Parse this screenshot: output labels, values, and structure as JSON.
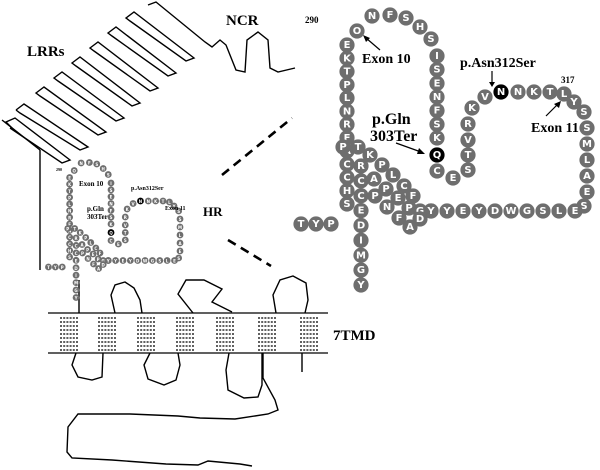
{
  "figure": {
    "labels": {
      "lrrs": "LRRs",
      "ncr": "NCR",
      "hr": "HR",
      "tmd": "7TMD",
      "exon10": "Exon 10",
      "exon11": "Exon 11",
      "mutation_gln_line1": "p.Gln",
      "mutation_gln_line2": "303Ter",
      "mutation_asn": "p.Asn312Ser",
      "start_residue": "290",
      "residue_317": "317"
    },
    "colors": {
      "residue_fill": "#6e6e6e",
      "mutation_fill": "#000000",
      "line": "#000000"
    },
    "hinge_sequence": {
      "left_arm_top_down": [
        "O",
        "E",
        "K",
        "T",
        "P",
        "L",
        "N",
        "R",
        "F",
        "A",
        "C",
        "C",
        "H",
        "S"
      ],
      "tail": [
        "P",
        "Y",
        "T"
      ],
      "top_arc": [
        "N",
        "F",
        "S",
        "H",
        "S"
      ],
      "right_arm_top_down": [
        "I",
        "S",
        "E",
        "N",
        "F",
        "S",
        "K",
        "Q",
        "C",
        "E"
      ],
      "loop_left_up": [
        "S",
        "T",
        "V",
        "R",
        "K",
        "V"
      ],
      "loop_top": [
        "N",
        "N",
        "K",
        "T",
        "L",
        "Y"
      ],
      "loop_right_down": [
        "S",
        "S",
        "M",
        "L",
        "A",
        "E",
        "S",
        "E"
      ],
      "loop_bottom_right_to_left": [
        "L",
        "S",
        "G",
        "W",
        "D",
        "Y",
        "E",
        "Y",
        "G"
      ],
      "inner_diagonal": [
        "Y",
        "G",
        "F",
        "C",
        "L",
        "P",
        "K",
        "T",
        "P"
      ],
      "inner_column": [
        "R",
        "C",
        "C",
        "E",
        "D",
        "I",
        "M",
        "G",
        "Y"
      ],
      "inner_small": [
        "A",
        "P",
        "E",
        "P",
        "D",
        "A",
        "F",
        "N",
        "P"
      ],
      "mutations": [
        {
          "residue": "Q",
          "label": "p.Gln303Ter"
        },
        {
          "residue": "N",
          "label": "p.Asn312Ser"
        }
      ]
    }
  }
}
